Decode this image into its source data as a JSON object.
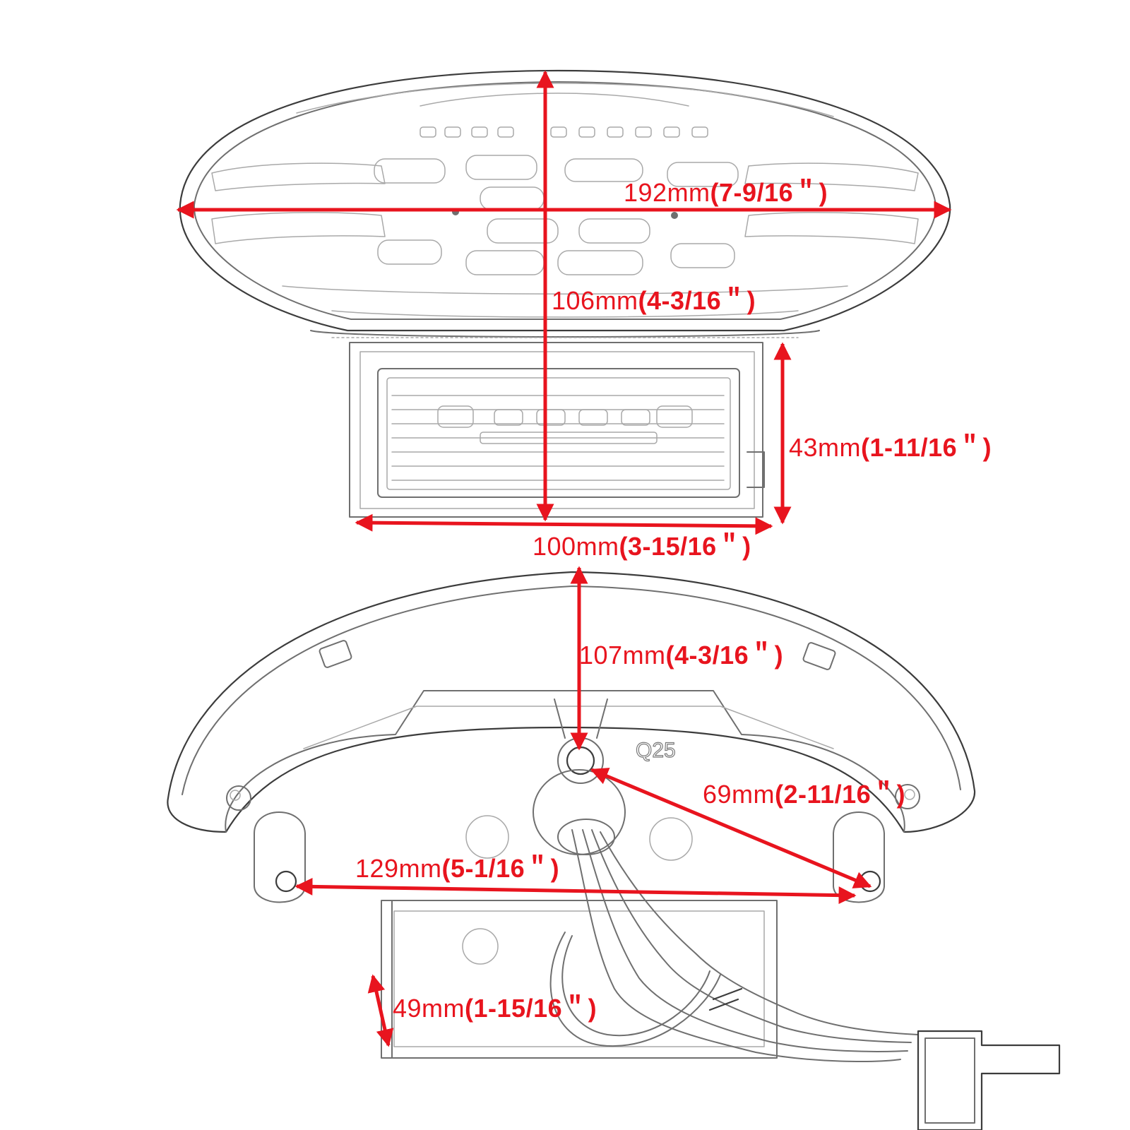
{
  "dimensions": {
    "width_top": {
      "mm": "192mm",
      "inch": "(7-9/16＂)"
    },
    "height_top": {
      "mm": "106mm",
      "inch": "(4-3/16＂)"
    },
    "plate_height": {
      "mm": "43mm",
      "inch": "(1-11/16＂)"
    },
    "plate_width": {
      "mm": "100mm",
      "inch": "(3-15/16＂)"
    },
    "height_back": {
      "mm": "107mm",
      "inch": "(4-3/16＂)"
    },
    "bolt_diagonal": {
      "mm": "69mm",
      "inch": "(2-11/16＂)"
    },
    "bolt_spacing": {
      "mm": "129mm",
      "inch": "(5-1/16＂)"
    },
    "plate_depth": {
      "mm": "49mm",
      "inch": "(1-15/16＂)"
    }
  },
  "part_marking": "Q25",
  "colors": {
    "dimension": "#e8141e",
    "outline": "#6f6f6f"
  }
}
